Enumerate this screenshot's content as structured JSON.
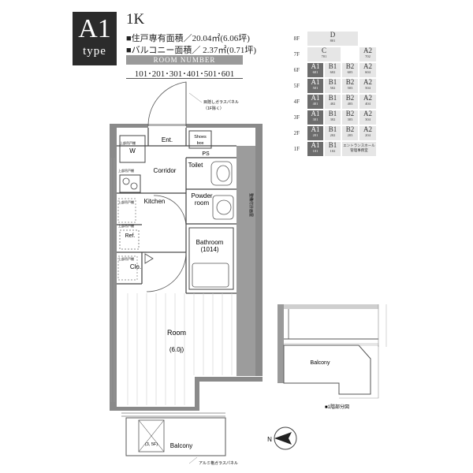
{
  "header": {
    "type_code": "A1",
    "type_word": "type",
    "layout": "1K",
    "area_lines": [
      "■住戸専有面積／20.04㎡(6.06坪)",
      "■バルコニー面積／ 2.37㎡(0.71坪)"
    ],
    "room_number_label": "ROOM NUMBER",
    "room_numbers": "101･201･301･401･501･601"
  },
  "plan": {
    "labels": {
      "ent": "Ent.",
      "w": "W",
      "shoes": "Shoes",
      "box": "box",
      "ps": "PS",
      "toilet": "Toilet",
      "corridor": "Corridor",
      "kitchen": "Kitchen",
      "powder": "Powder",
      "powder2": "room",
      "bathroom": "Bathroom",
      "bath_size": "(1014)",
      "ref": "Ref.",
      "clo": "Clo.",
      "room": "Room",
      "room_size": "(6.0j)",
      "balcony": "Balcony",
      "balcony_size": "(3, 5F)",
      "shelf1": "上部吊戸棚",
      "shelf2": "上部吊戸棚",
      "shelf3": "上部吊戸棚",
      "shelf4": "上部吊戸棚",
      "shelf5": "上部吊戸棚",
      "glass_note": "目隠しガラスパネル",
      "glass_note2": "（1F除く）",
      "balcony_note": "アルミ格ガラスパネル",
      "side_note": "整備付計画屋",
      "partial_balcony": "Balcony",
      "partial_note": "■1階部分図"
    }
  },
  "floor_chart": {
    "floors": [
      "8F",
      "7F",
      "6F",
      "5F",
      "4F",
      "3F",
      "2F",
      "1F"
    ],
    "f8": [
      {
        "name": "D",
        "room": "801"
      }
    ],
    "f7": [
      {
        "name": "C",
        "room": "701"
      },
      {
        "name": "A2",
        "room": "702"
      }
    ],
    "f6": [
      {
        "name": "A1",
        "room": "601"
      },
      {
        "name": "B1",
        "room": "602"
      },
      {
        "name": "B2",
        "room": "603"
      },
      {
        "name": "A2",
        "room": "604"
      }
    ],
    "f5": [
      {
        "name": "A1",
        "room": "501"
      },
      {
        "name": "B1",
        "room": "502"
      },
      {
        "name": "B2",
        "room": "503"
      },
      {
        "name": "A2",
        "room": "504"
      }
    ],
    "f4": [
      {
        "name": "A1",
        "room": "401"
      },
      {
        "name": "B1",
        "room": "402"
      },
      {
        "name": "B2",
        "room": "403"
      },
      {
        "name": "A2",
        "room": "404"
      }
    ],
    "f3": [
      {
        "name": "A1",
        "room": "301"
      },
      {
        "name": "B1",
        "room": "302"
      },
      {
        "name": "B2",
        "room": "303"
      },
      {
        "name": "A2",
        "room": "304"
      }
    ],
    "f2": [
      {
        "name": "A1",
        "room": "201"
      },
      {
        "name": "B1",
        "room": "202"
      },
      {
        "name": "B2",
        "room": "203"
      },
      {
        "name": "A2",
        "room": "204"
      }
    ],
    "f1": [
      {
        "name": "A1",
        "room": "101"
      },
      {
        "name": "B1",
        "room": "102"
      }
    ],
    "entrance": [
      "エントランスホール",
      "管理事務室"
    ]
  },
  "compass": "N"
}
